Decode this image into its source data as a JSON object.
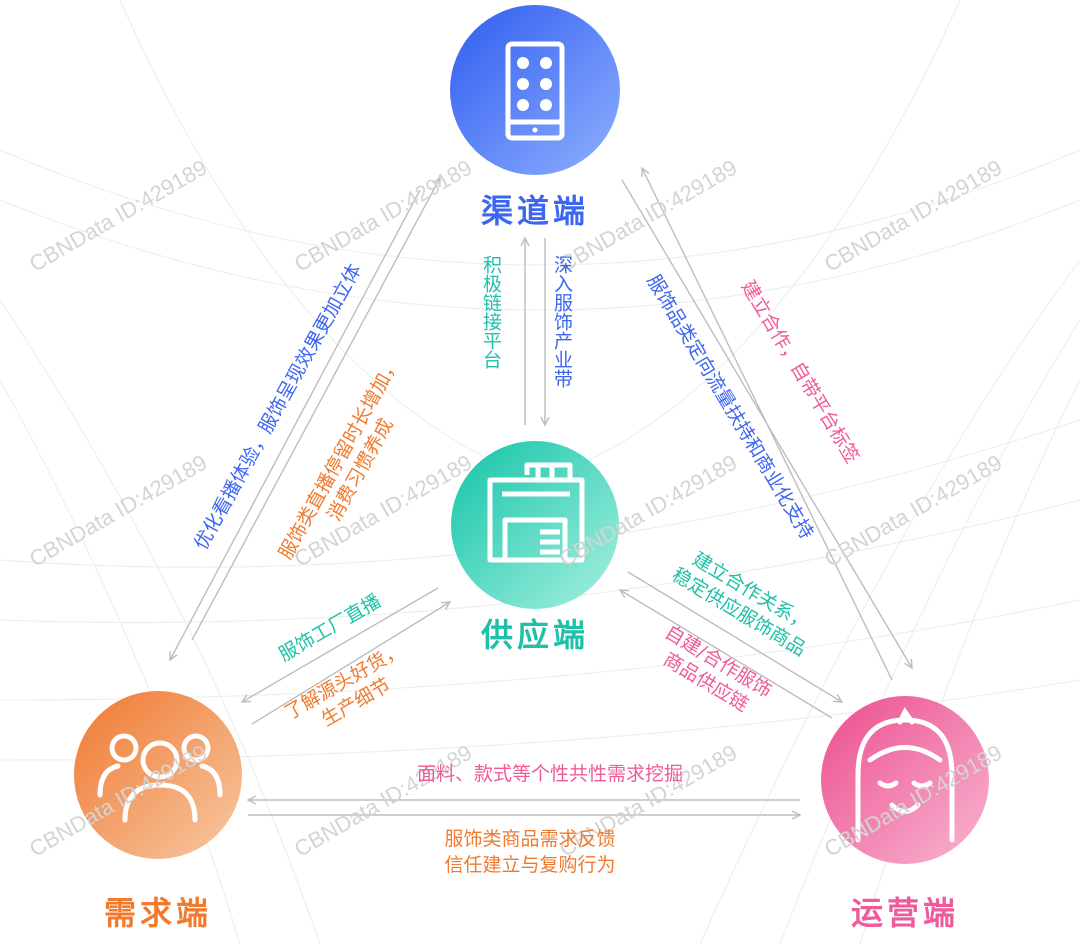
{
  "nodes": {
    "channel": {
      "title": "渠道端",
      "color": "#3c66f0"
    },
    "supply": {
      "title": "供应端",
      "color": "#20c0a8"
    },
    "demand": {
      "title": "需求端",
      "color": "#f07a2e"
    },
    "operation": {
      "title": "运营端",
      "color": "#ee5a9a"
    }
  },
  "edges": {
    "demand_to_channel": "优化看播体验，服饰呈现效果更加立体",
    "channel_to_demand": [
      "服饰类直播停留时长增加，",
      "消费习惯养成"
    ],
    "supply_to_channel": "积极链接平台",
    "channel_to_supply": "深入服饰产业带",
    "channel_to_operation": "服饰品类定向流量扶持和商业化支持",
    "operation_to_channel": "建立合作，自带平台标签",
    "supply_to_demand": "服饰工厂直播",
    "demand_to_supply": [
      "了解源头好货，",
      "生产细节"
    ],
    "supply_to_operation": [
      "建立合作关系，",
      "稳定供应服饰商品"
    ],
    "operation_to_supply": [
      "自建/合作服饰",
      "商品供应链"
    ],
    "operation_to_demand": "面料、款式等个性共性需求挖掘",
    "demand_to_operation": [
      "服饰类商品需求反馈",
      "信任建立与复购行为"
    ]
  },
  "watermark": "CBNData ID:429189"
}
